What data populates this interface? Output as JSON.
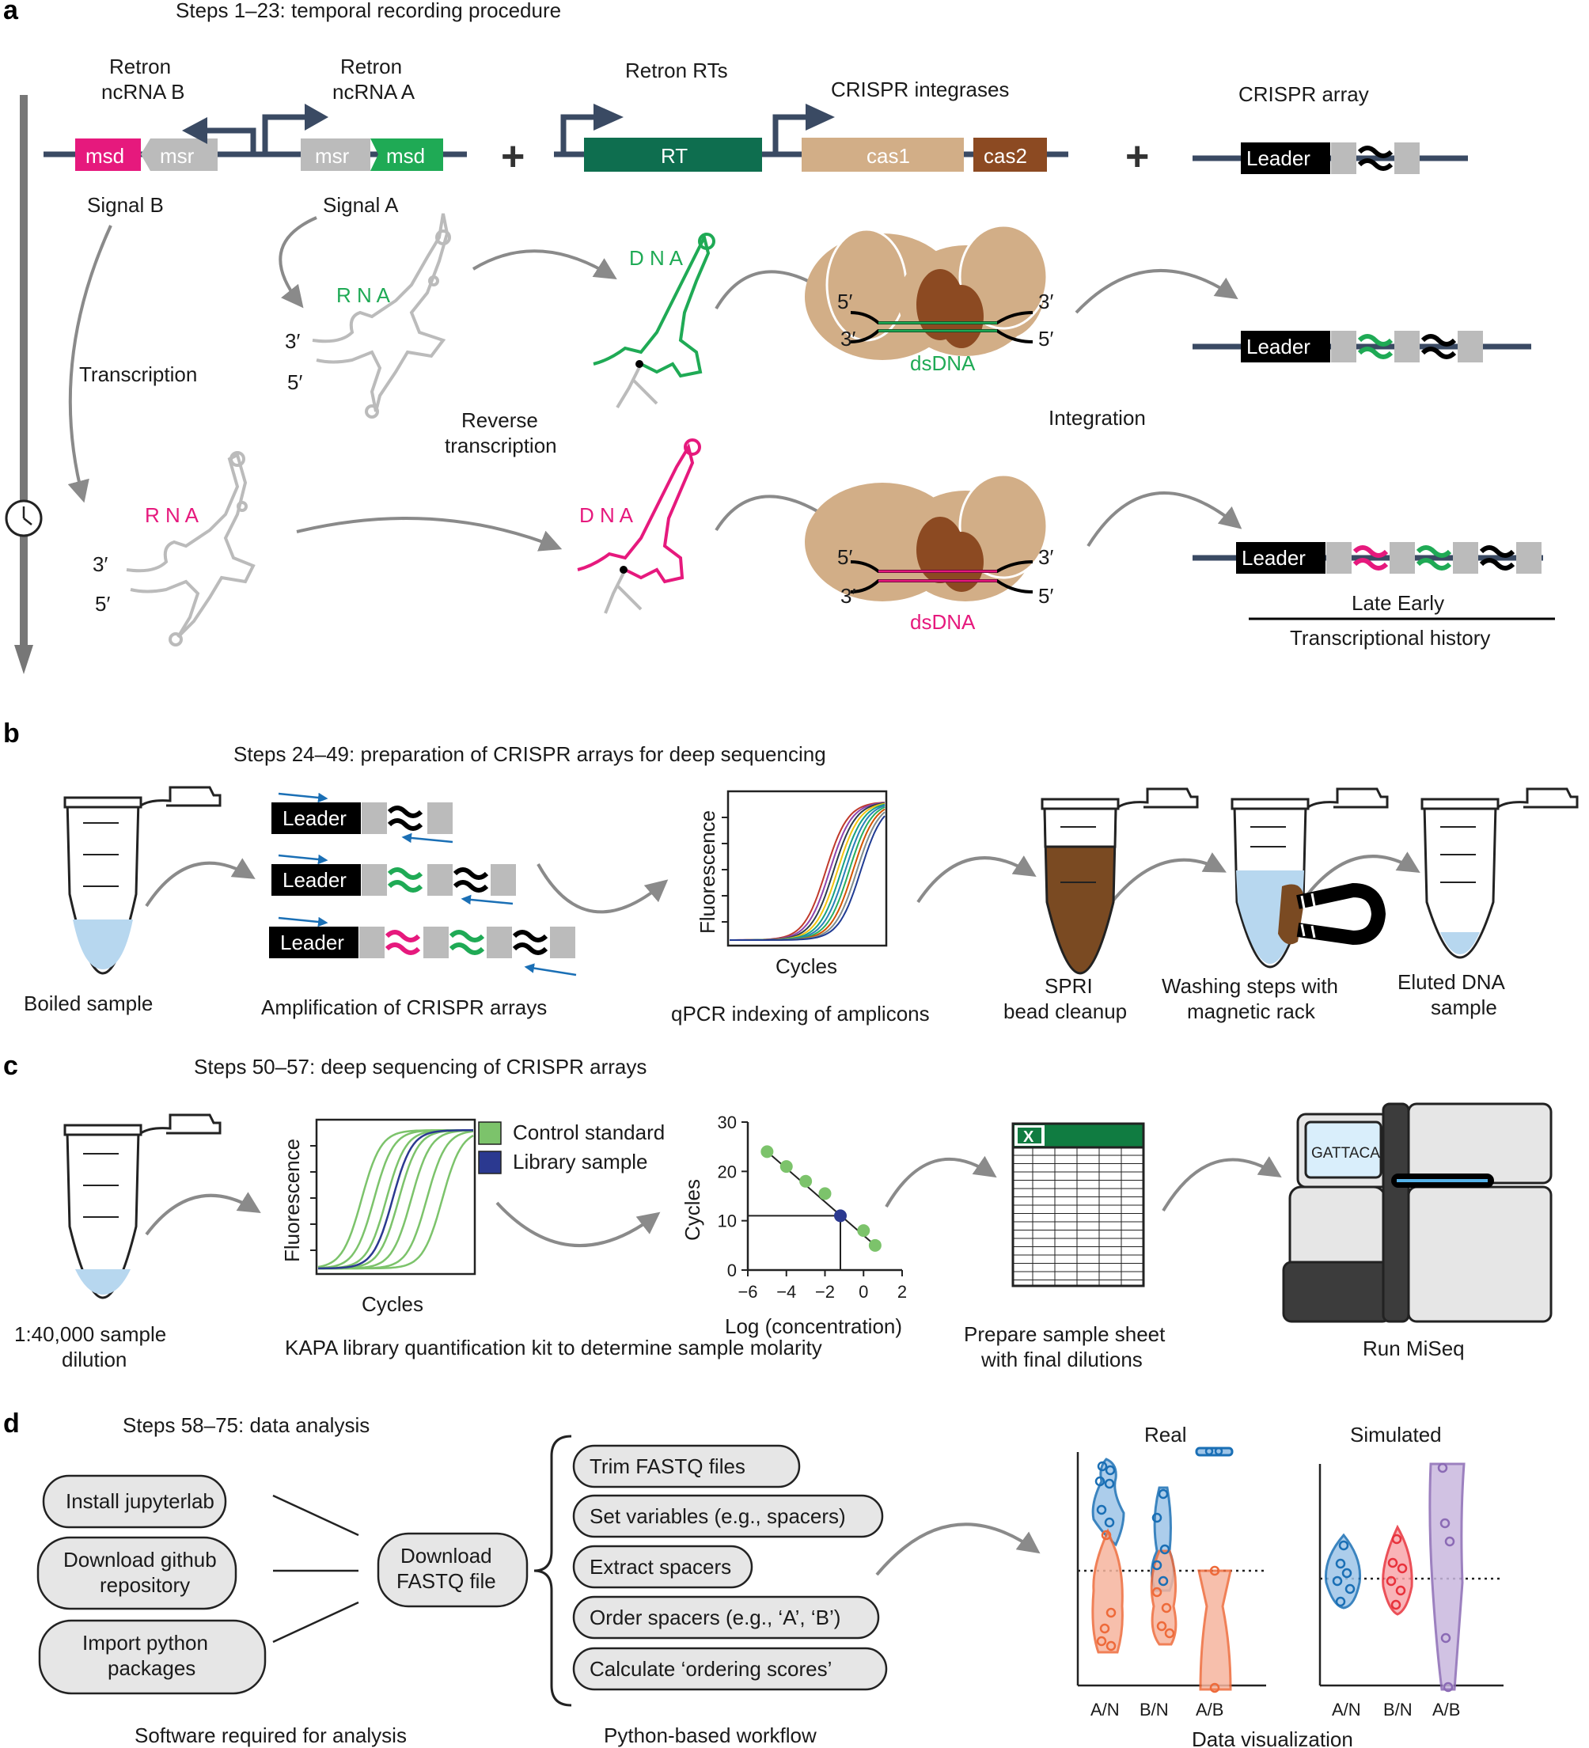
{
  "colors": {
    "magenta": "#e6197d",
    "green": "#1faa55",
    "dark_green": "#0e6e4f",
    "navy": "#3a4a63",
    "tan": "#d2ae87",
    "brown": "#8c4a22",
    "dark_brown": "#6b3a1a",
    "gray": "#bbbbbb",
    "arrow_gray": "#8a8a8a",
    "blue": "#1a6fb5",
    "orange": "#ee6a3a",
    "purple": "#8b6ab5",
    "red": "#e8323c",
    "pill": "#e6e6e6",
    "excel_green": "#107c41"
  },
  "panel_a": {
    "letter": "a",
    "title": "Steps 1–23: temporal recording procedure",
    "retron_b_label_1": "Retron",
    "retron_b_label_2": "ncRNA B",
    "retron_a_label_1": "Retron",
    "retron_a_label_2": "ncRNA A",
    "retron_rts": "Retron RTs",
    "crispr_integrases": "CRISPR integrases",
    "crispr_array": "CRISPR array",
    "msd": "msd",
    "msr": "msr",
    "rt": "RT",
    "cas1": "cas1",
    "cas2": "cas2",
    "leader": "Leader",
    "signal_b": "Signal B",
    "signal_a": "Signal A",
    "rna": "R N A",
    "dna": "D N A",
    "three_prime": "3′",
    "five_prime": "5′",
    "transcription": "Transcription",
    "reverse_1": "Reverse",
    "reverse_2": "transcription",
    "dsdna": "dsDNA",
    "integration": "Integration",
    "late_early": "Late Early",
    "transcriptional_history": "Transcriptional history"
  },
  "panel_b": {
    "letter": "b",
    "title": "Steps 24–49: preparation of CRISPR arrays for deep sequencing",
    "leader": "Leader",
    "boiled_sample": "Boiled sample",
    "amplification": "Amplification of CRISPR arrays",
    "fluorescence": "Fluorescence",
    "cycles": "Cycles",
    "qpcr": "qPCR indexing of amplicons",
    "spri_1": "SPRI",
    "spri_2": "bead cleanup",
    "washing_1": "Washing steps with",
    "washing_2": "magnetic rack",
    "eluted_1": "Eluted DNA",
    "eluted_2": "sample"
  },
  "panel_c": {
    "letter": "c",
    "title": "Steps 50–57: deep sequencing of CRISPR arrays",
    "dilution_1": "1:40,000 sample",
    "dilution_2": "dilution",
    "fluorescence": "Fluorescence",
    "cycles": "Cycles",
    "legend_control": "Control standard",
    "legend_library": "Library sample",
    "kapa": "KAPA library quantification kit to determine sample molarity",
    "ylabel": "Cycles",
    "xlabel": "Log (concentration)",
    "prepare_1": "Prepare sample sheet",
    "prepare_2": "with final dilutions",
    "excel_x": "X",
    "gattaca": "GATTACA",
    "run_miseq": "Run MiSeq"
  },
  "panel_d": {
    "letter": "d",
    "title": "Steps 58–75: data analysis",
    "install": "Install jupyterlab",
    "download_github_1": "Download github",
    "download_github_2": "repository",
    "import_1": "Import python",
    "import_2": "packages",
    "download_fastq_1": "Download",
    "download_fastq_2": "FASTQ file",
    "workflow": [
      "Trim FASTQ files",
      "Set variables (e.g., spacers)",
      "Extract spacers",
      "Order spacers (e.g., ‘A’, ‘B’)",
      "Calculate ‘ordering scores’"
    ],
    "software_required": "Software required for analysis",
    "python_workflow": "Python-based workflow",
    "real": "Real",
    "simulated": "Simulated",
    "data_visualization": "Data visualization"
  },
  "chart_data": [
    {
      "type": "line",
      "panel": "c-qpcr",
      "xlabel": "Cycles",
      "ylabel": "Fluorescence",
      "legend": [
        "Control standard",
        "Library sample"
      ],
      "series_colors": {
        "Control standard": "#7cc36b",
        "Library sample": "#2b3990"
      }
    },
    {
      "type": "scatter",
      "panel": "c-standard-curve",
      "xlabel": "Log (concentration)",
      "ylabel": "Cycles",
      "xlim": [
        -6,
        2
      ],
      "ylim": [
        0,
        30
      ],
      "xticks": [
        "−6",
        "−4",
        "−2",
        "0",
        "2"
      ],
      "yticks": [
        "0",
        "10",
        "20",
        "30"
      ],
      "series": [
        {
          "name": "Control standard",
          "x": [
            -5,
            -4,
            -3,
            -2,
            0,
            0.6
          ],
          "y": [
            24,
            21,
            18,
            15.5,
            8,
            5
          ]
        },
        {
          "name": "Library sample",
          "x": [
            -1.2
          ],
          "y": [
            11
          ]
        }
      ]
    },
    {
      "type": "scatter",
      "panel": "d-real",
      "title": "Real",
      "categories": [
        "A/N",
        "B/N",
        "A/B"
      ]
    },
    {
      "type": "scatter",
      "panel": "d-simulated",
      "title": "Simulated",
      "categories": [
        "A/N",
        "B/N",
        "A/B"
      ]
    }
  ]
}
